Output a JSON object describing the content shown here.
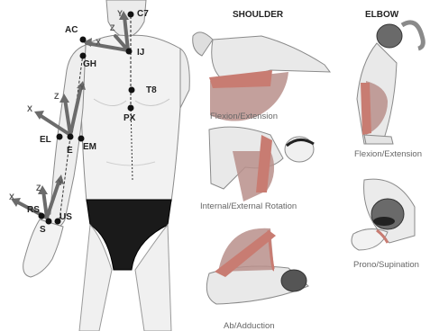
{
  "headers": {
    "shoulder": "SHOULDER",
    "elbow": "ELBOW"
  },
  "markers": [
    "AC",
    "C7",
    "IJ",
    "GH",
    "T8",
    "PX",
    "EL",
    "E",
    "EM",
    "RS",
    "US",
    "S"
  ],
  "axes": {
    "x": "X",
    "y": "Y",
    "z": "Z"
  },
  "captions": {
    "flexion_extension": "Flexion/Extension",
    "internal_external_rotation": "Internal/External Rotation",
    "ab_adduction": "Ab/Adduction",
    "elbow_flexion_extension": "Flexion/Extension",
    "prono_supination": "Prono/Supination"
  },
  "colors": {
    "arrow": "#6b6b6b",
    "sector": "#b98f8b",
    "limb": "#c87c72",
    "marker": "#111111"
  }
}
